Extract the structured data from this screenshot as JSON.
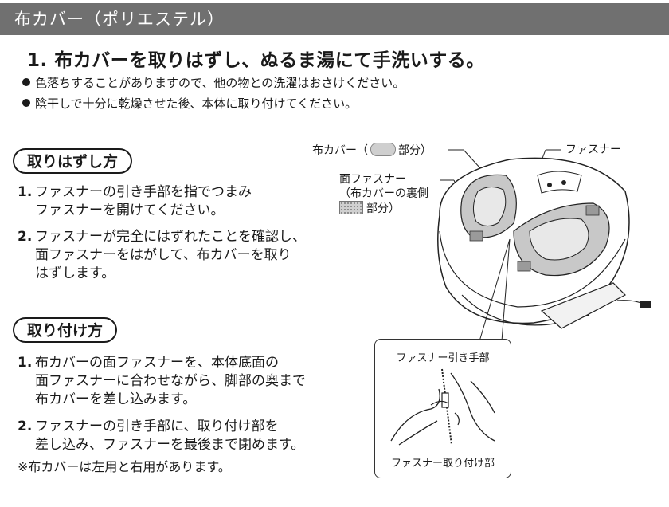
{
  "header": {
    "title": "布カバー（ポリエステル）"
  },
  "step": {
    "number": "1.",
    "title": "布カバーを取りはずし、ぬるま湯にて手洗いする。"
  },
  "bullets": [
    "色落ちすることがありますので、他の物との洗濯はおさけください。",
    "陰干しで十分に乾燥させた後、本体に取り付けてください。"
  ],
  "removal": {
    "heading": "取りはずし方",
    "items": [
      {
        "num": "1.",
        "lines": [
          "ファスナーの引き手部を指でつまみ",
          "ファスナーを開けてください。"
        ]
      },
      {
        "num": "2.",
        "lines": [
          "ファスナーが完全にはずれたことを確認し、",
          "面ファスナーをはがして、布カバーを取り",
          "はずします。"
        ]
      }
    ]
  },
  "attach": {
    "heading": "取り付け方",
    "items": [
      {
        "num": "1.",
        "lines": [
          "布カバーの面ファスナーを、本体底面の",
          "面ファスナーに合わせながら、脚部の奥まで",
          "布カバーを差し込みます。"
        ]
      },
      {
        "num": "2.",
        "lines": [
          "ファスナーの引き手部に、取り付け部を",
          "差し込み、ファスナーを最後まで閉めます。"
        ]
      }
    ],
    "note": "※布カバーは左用と右用があります。"
  },
  "diagram": {
    "cloth_cover_prefix": "布カバー（",
    "cloth_cover_suffix": "部分）",
    "fastener": "ファスナー",
    "velcro_line1": "面ファスナー",
    "velcro_line2": "（布カバーの裏側",
    "velcro_suffix": "部分）",
    "inset_top": "ファスナー引き手部",
    "inset_bottom": "ファスナー取り付け部"
  }
}
